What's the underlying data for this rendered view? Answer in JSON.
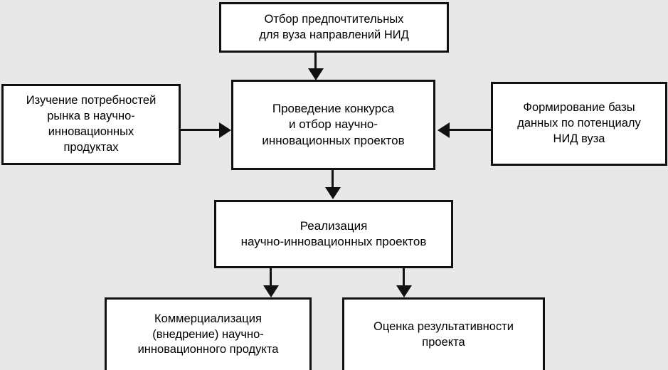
{
  "diagram": {
    "background_color": "#e8e8e8",
    "box_fill_color": "#ffffff",
    "line_color": "#111111",
    "nodes": [
      {
        "id": "top",
        "name": "selection-of-preferred-directions",
        "label": "Отбор предпочтительных\nдля вуза направлений НИД"
      },
      {
        "id": "market",
        "name": "market-needs-study",
        "label": "Изучение потребностей\nрынка в научно-\nинновационных\nпродуктах"
      },
      {
        "id": "contest",
        "name": "contest-and-project-selection",
        "label": "Проведение конкурса\nи отбор научно-\nинновационных проектов"
      },
      {
        "id": "database",
        "name": "database-formation",
        "label": "Формирование базы\nданных по потенциалу\nНИД вуза"
      },
      {
        "id": "realize",
        "name": "project-realization",
        "label": "Реализация\nнаучно-инновационных проектов"
      },
      {
        "id": "commerce",
        "name": "commercialization",
        "label": "Коммерциализация\n(внедрение) научно-\nинновационного продукта"
      },
      {
        "id": "assess",
        "name": "project-effectiveness-assessment",
        "label": "Оценка результативности\nпроекта"
      }
    ],
    "edges": [
      {
        "from": "top",
        "to": "contest",
        "direction": "down"
      },
      {
        "from": "market",
        "to": "contest",
        "direction": "right"
      },
      {
        "from": "database",
        "to": "contest",
        "direction": "left"
      },
      {
        "from": "contest",
        "to": "realize",
        "direction": "down"
      },
      {
        "from": "realize",
        "to": "commerce",
        "direction": "down"
      },
      {
        "from": "realize",
        "to": "assess",
        "direction": "down"
      }
    ]
  }
}
